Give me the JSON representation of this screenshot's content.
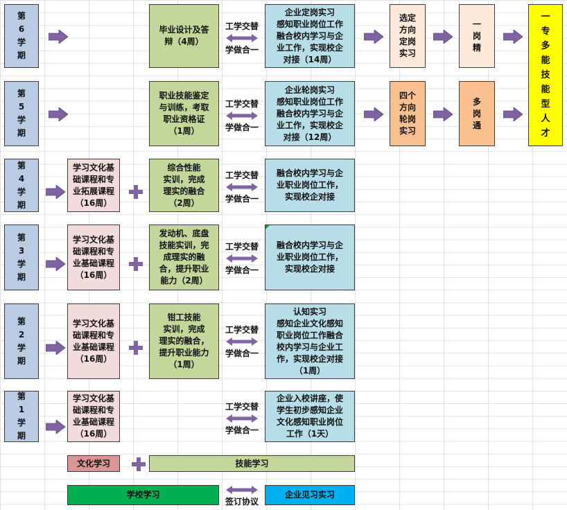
{
  "semesters": {
    "s6": "第\n6\n学\n期",
    "s5": "第\n5\n学\n期",
    "s4": "第\n4\n学\n期",
    "s3": "第\n3\n学\n期",
    "s2": "第\n2\n学\n期",
    "s1": "第\n1\n学\n期"
  },
  "culture_courses": {
    "s4": "学习文化基\n础课程和专\n业拓展课程\n（16周）",
    "s3": "学习文化基\n础课程和专\n业基础课程\n（16周）",
    "s2": "学习文化基\n础课程和专\n业基础课程\n（16周）",
    "s1": "学习文化基\n础课程和专\n业基础课程\n（16周）"
  },
  "skill_training": {
    "s6": "毕业设计及答\n辩（4周）",
    "s5": "职业技能鉴定\n与训练，考取\n职业资格证\n（1周）",
    "s4": "综合性能\n实训，完成\n理实的融合\n（2周）",
    "s3": "发动机、底盘\n技能实训，完\n成理实的融\n合，提升职业\n能力（2周）",
    "s2": "钳工技能\n实训，完成\n理实的融合，\n提升职业能力\n（1周）"
  },
  "link_label": {
    "top": "工学交替",
    "bottom": "学做合一"
  },
  "enterprise": {
    "s6": "企业定岗实习\n感知职业岗位工作\n融合校内学习与企\n业工作，实现校企\n对接（14周）",
    "s5": "企业轮岗实习\n感知职业岗位工作\n融合校内学习与企\n业工作，实现校企\n对接（12周）",
    "s4": "融合校内学习与企\n业职业岗位工作，\n实现校企对接",
    "s3": "融合校内学习与企\n业职业岗位工作，\n实现校企对接",
    "s2": "认知实习\n感知企业文化感知\n职业岗位工作融合\n校内学习与企业工\n作，实现校企对接\n（1周）",
    "s1": "企业入校讲座，使\n学生初步感知企业\n文化感知职业岗位\n工作（1天）"
  },
  "internship_mode": {
    "s6": "选定\n方向\n定岗\n实习",
    "s5": "四个\n方向\n轮岗\n实习"
  },
  "post_mode": {
    "s6": "一\n岗\n精",
    "s5": "多\n岗\n通"
  },
  "talent_goal": "一\n专\n多\n能\n技\n能\n型\n人\n才",
  "legend": {
    "culture": "文化学习",
    "skill": "技能学习",
    "school": "学校学习",
    "sign": "签订协议",
    "company": "企业见习实习"
  },
  "colors": {
    "semester": "#b9cce4",
    "skill": "#c4d79b",
    "enterprise": "#b7dee8",
    "culture": "#f2dcdb",
    "arrow": "#8064a2",
    "talent": "#ffff00",
    "school": "#00b050",
    "company": "#00b0f0"
  }
}
